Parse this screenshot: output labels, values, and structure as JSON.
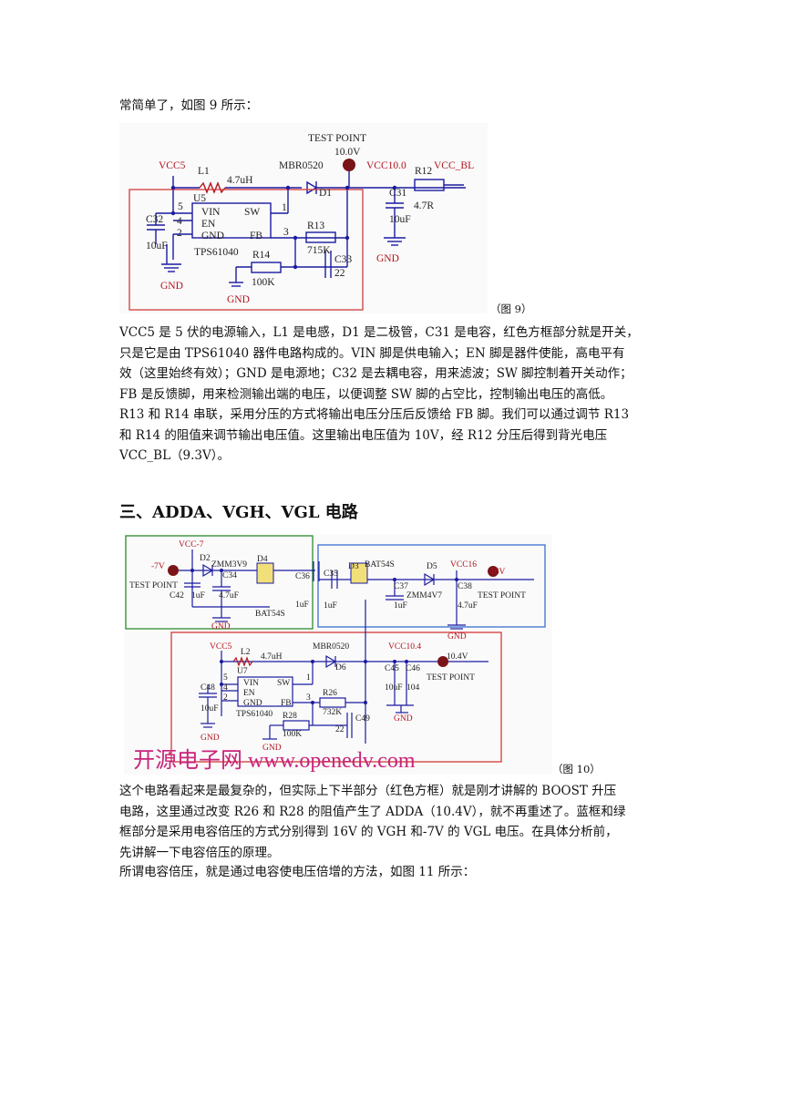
{
  "text": {
    "intro_line": "常简单了，如图 9 所示：",
    "para1_lines": [
      "VCC5 是 5 伏的电源输入，L1 是电感，D1 是二极管，C31 是电容，红色方框部分就是开关，",
      "只是它是由 TPS61040 器件电路构成的。VIN 脚是供电输入；EN 脚是器件使能，高电平有",
      "效（这里始终有效）；GND 是电源地；C32 是去耦电容，用来滤波；SW 脚控制着开关动作；",
      "FB 是反馈脚，用来检测输出端的电压，以便调整 SW 脚的占空比，控制输出电压的高低。",
      "R13 和 R14 串联，采用分压的方式将输出电压分压后反馈给 FB 脚。我们可以通过调节 R13",
      "和  R14  的阻值来调节输出电压值。这里输出电压值为  10V，经  R12  分压后得到背光电压",
      "VCC_BL（9.3V）。"
    ],
    "heading": "三、ADDA、VGH、VGL 电路",
    "para2_lines": [
      "这个电路看起来是最复杂的，但实际上下半部分（红色方框）就是刚才讲解的 BOOST 升压",
      "电路，这里通过改变 R26 和 R28 的阻值产生了 ADDA（10.4V），就不再重述了。蓝框和绿",
      "框部分是采用电容倍压的方式分别得到 16V 的 VGH 和-7V 的 VGL 电压。在具体分析前，",
      "先讲解一下电容倍压的原理。"
    ],
    "para3_line": "所谓电容倍压，就是通过电容使电压倍增的方法，如图 11 所示："
  },
  "figures": {
    "fig9": {
      "caption": "（图 9）",
      "labels": {
        "test_point": "TEST POINT",
        "test_voltage": "10.0V",
        "vcc5": "VCC5",
        "mbr": "MBR0520",
        "vcc10": "VCC10.0",
        "r12": "R12",
        "vcc_bl": "VCC_BL",
        "l1": "L1",
        "l1_val": "4.7uH",
        "d1": "D1",
        "c31": "C31",
        "r12_val": "4.7R",
        "u5": "U5",
        "pin5": "5",
        "pin4": "4",
        "pin2": "2",
        "pin1": "1",
        "pin3": "3",
        "vin": "VIN",
        "sw": "SW",
        "en": "EN",
        "gnd_pin": "GND",
        "fb": "FB",
        "chip": "TPS61040",
        "c32": "C32",
        "c32_val": "10uF",
        "r13": "R13",
        "r13_val": "715K",
        "r14": "R14",
        "r14_val": "100K",
        "c33": "C33",
        "c33_val": "22",
        "c31_val": "10uF",
        "gnd": "GND"
      }
    },
    "fig10": {
      "caption": "（图 10）",
      "watermark": "开源电子网  www.openedv.com",
      "labels": {
        "vcc_neg7": "VCC-7",
        "neg7v": "-7V",
        "test_point": "TEST POINT",
        "d2": "D2",
        "zmm3v9": "ZMM3V9",
        "c34": "C34",
        "d4": "D4",
        "c36": "C36",
        "c42": "C42",
        "c42_val": "1uF",
        "c34_val": "4.7uF",
        "bat54s": "BAT54S",
        "c36_val": "1uF",
        "gnd": "GND",
        "c35": "C35",
        "d3": "D3",
        "d3_part": "BAT54S",
        "d5": "D5",
        "vcc16": "VCC16",
        "v16": "16V",
        "c37": "C37",
        "c38": "C38",
        "c35_val": "1uF",
        "c37_val": "1uF",
        "zmm4v7": "ZMM4V7",
        "c38_val": "4.7uF",
        "vcc5": "VCC5",
        "l2": "L2",
        "l2_val": "4.7uH",
        "mbr": "MBR0520",
        "d6": "D6",
        "vcc10_4": "VCC10.4",
        "v10_4": "10.4V",
        "u7": "U7",
        "pin5": "5",
        "pin4": "4",
        "pin2": "2",
        "pin1": "1",
        "pin3": "3",
        "vin": "VIN",
        "sw": "SW",
        "en": "EN",
        "gnd_pin": "GND",
        "fb": "FB",
        "c48": "C48",
        "c48_val": "10uF",
        "chip": "TPS61040",
        "c45": "C45",
        "c46": "C46",
        "c45_val": "10uF",
        "c46_val": "104",
        "r26": "R26",
        "r26_val": "732K",
        "r28": "R28",
        "r28_val": "100K",
        "c49": "C49",
        "c49_val": "22"
      }
    }
  },
  "colors": {
    "red_box": "#d23a3a",
    "blue_box": "#3a6fd0",
    "green_box": "#2e8b2e",
    "wire": "#1a1aa0",
    "label_red": "#b0141e",
    "watermark": "#c8247a"
  }
}
